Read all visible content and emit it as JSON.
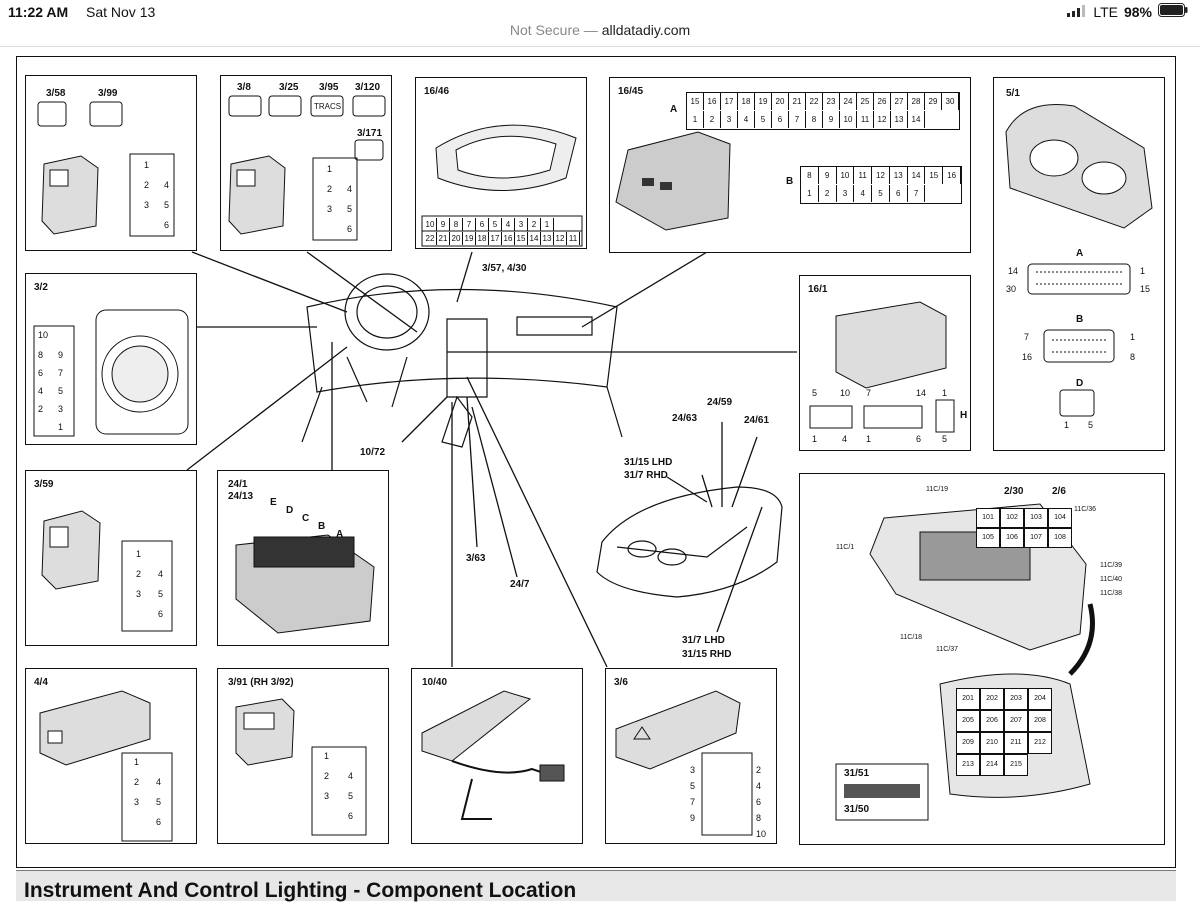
{
  "status_bar": {
    "time": "11:22 AM",
    "date": "Sat Nov 13",
    "network": "LTE",
    "battery": "98%"
  },
  "browser": {
    "security_label": "Not Secure —",
    "domain": "alldatadiy.com"
  },
  "page": {
    "title": "Instrument And Control Lighting - Component Location"
  },
  "icons": {
    "signal": "signal-bars-icon",
    "battery": "battery-icon"
  },
  "diagram": {
    "panels": {
      "p_3_58": {
        "labels": [
          "3/58",
          "3/99"
        ],
        "pins": [
          "1",
          "2",
          "3",
          "4",
          "5",
          "6"
        ]
      },
      "p_3_8": {
        "labels": [
          "3/8",
          "3/25",
          "3/95",
          "3/120",
          "3/171"
        ],
        "btn_text": "TRACS",
        "pins": [
          "1",
          "2",
          "3",
          "4",
          "5",
          "6"
        ]
      },
      "p_16_46": {
        "label": "16/46",
        "pins_top": [
          "10",
          "9",
          "8",
          "7",
          "6",
          "5",
          "4",
          "3",
          "2",
          "1"
        ],
        "pins_bottom": [
          "22",
          "21",
          "20",
          "19",
          "18",
          "17",
          "16",
          "15",
          "14",
          "13",
          "12",
          "11"
        ]
      },
      "p_16_45": {
        "label": "16/45",
        "row_a": "A",
        "row_b": "B",
        "a_top": [
          "15",
          "16",
          "17",
          "18",
          "19",
          "20",
          "21",
          "22",
          "23",
          "24",
          "25",
          "26",
          "27",
          "28",
          "29",
          "30"
        ],
        "a_bottom": [
          "1",
          "2",
          "3",
          "4",
          "5",
          "6",
          "7",
          "8",
          "9",
          "10",
          "11",
          "12",
          "13",
          "14"
        ],
        "b_top": [
          "8",
          "9",
          "10",
          "11",
          "12",
          "13",
          "14",
          "15",
          "16"
        ],
        "b_bottom": [
          "1",
          "2",
          "3",
          "4",
          "5",
          "6",
          "7"
        ]
      },
      "p_5_1": {
        "label": "5/1",
        "conn_a": "A",
        "conn_b": "B",
        "conn_d": "D",
        "a_pins": [
          "14",
          "1",
          "30",
          "15"
        ],
        "b_pins": [
          "7",
          "1",
          "16",
          "8"
        ],
        "d_pins": [
          "1",
          "5"
        ]
      },
      "p_3_2": {
        "label": "3/2",
        "pins": [
          "10",
          "8",
          "9",
          "6",
          "7",
          "4",
          "5",
          "2",
          "3",
          "1"
        ]
      },
      "p_16_1": {
        "label": "16/1",
        "pins": [
          "5",
          "10",
          "7",
          "14",
          "1",
          "1",
          "4",
          "1",
          "6",
          "5"
        ],
        "side": "H"
      },
      "p_3_59": {
        "label": "3/59",
        "pins": [
          "1",
          "2",
          "3",
          "4",
          "5",
          "6"
        ]
      },
      "p_24_1": {
        "labels": [
          "24/1",
          "24/13"
        ],
        "letters": [
          "E",
          "D",
          "C",
          "B",
          "A"
        ]
      },
      "p_4_4": {
        "label": "4/4",
        "pins": [
          "1",
          "2",
          "3",
          "4",
          "5",
          "6"
        ]
      },
      "p_3_91": {
        "label": "3/91 (RH 3/92)",
        "pins": [
          "1",
          "2",
          "3",
          "4",
          "5",
          "6"
        ]
      },
      "p_10_40": {
        "label": "10/40"
      },
      "p_3_6": {
        "label": "3/6",
        "pins": [
          "3",
          "2",
          "5",
          "4",
          "7",
          "6",
          "9",
          "8",
          "10"
        ]
      },
      "p_fuse": {
        "labels": [
          "2/30",
          "2/6"
        ],
        "conns": [
          "11C/19",
          "11C/36",
          "11C/1",
          "11C/39",
          "11C/40",
          "11C/38",
          "11C/18",
          "11C/37"
        ],
        "fuse_top": [
          "101",
          "102",
          "103",
          "104",
          "105",
          "106",
          "107",
          "108"
        ],
        "relays": [
          "201",
          "202",
          "203",
          "204",
          "205",
          "206",
          "207",
          "208",
          "209",
          "210",
          "211",
          "212",
          "213",
          "214",
          "215"
        ],
        "inset": [
          "31/51",
          "31/50"
        ]
      }
    },
    "callouts": {
      "c1": "3/57, 4/30",
      "c2": "10/72",
      "c3": "24/59",
      "c4": "24/63",
      "c5": "24/61",
      "c6": "31/15 LHD",
      "c7": "31/7 RHD",
      "c8": "3/63",
      "c9": "24/7",
      "c10": "31/7 LHD",
      "c11": "31/15 RHD"
    }
  }
}
